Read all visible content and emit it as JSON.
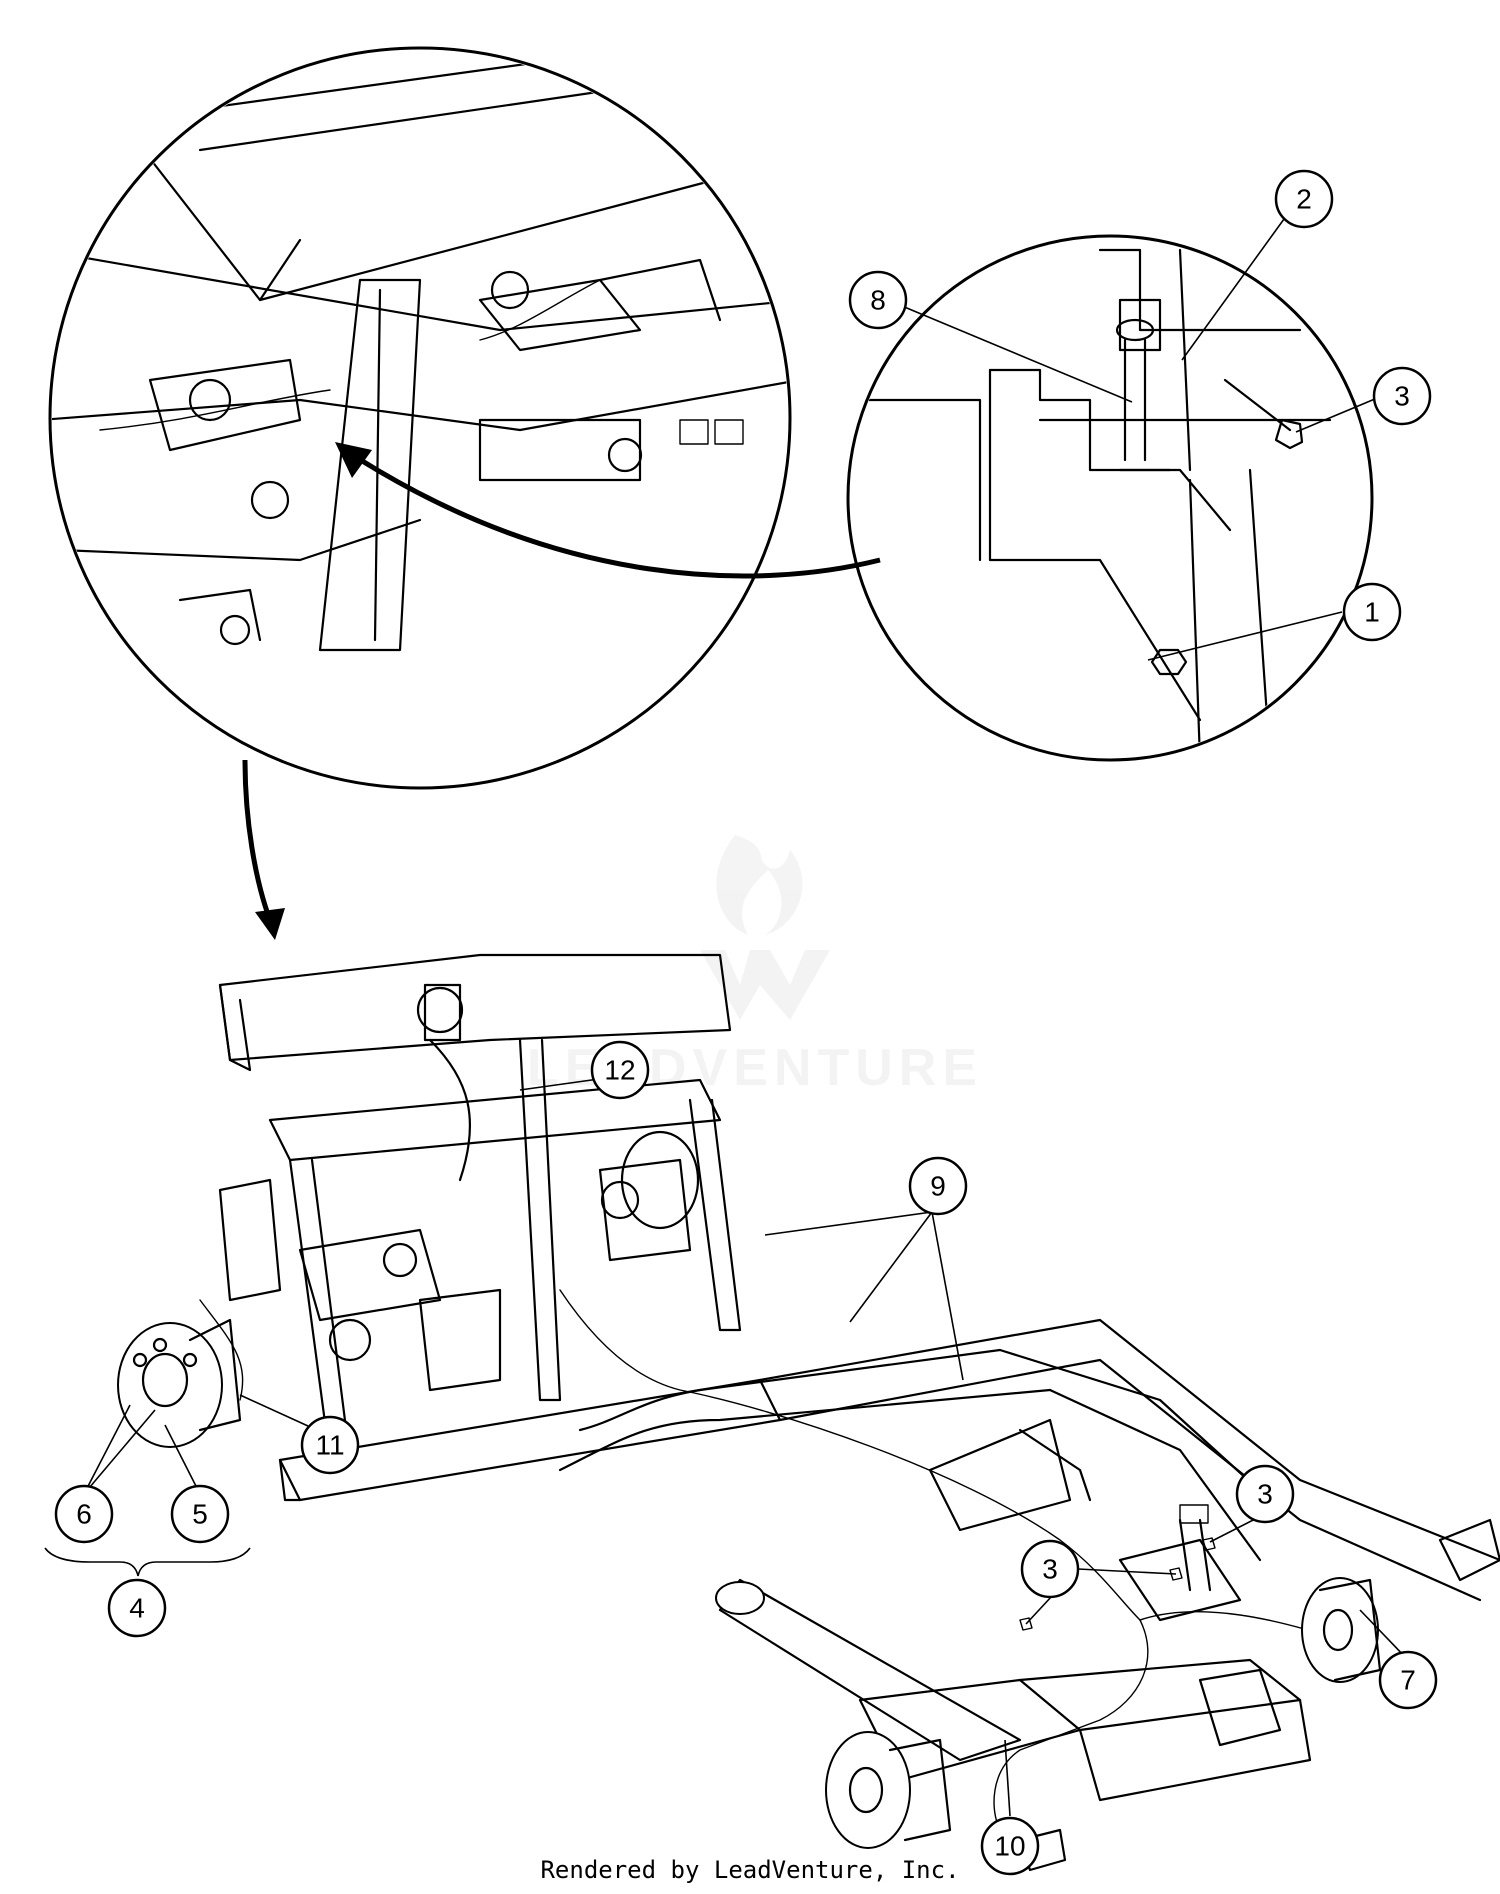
{
  "diagram": {
    "callouts": [
      "1",
      "2",
      "3",
      "3",
      "3",
      "4",
      "5",
      "6",
      "7",
      "8",
      "9",
      "10",
      "11",
      "12"
    ],
    "watermark_text": "LEADVENTURE",
    "footer": "Rendered by LeadVenture, Inc."
  },
  "colors": {
    "line": "#000000",
    "background": "#ffffff",
    "watermark": "#b0b0b0"
  }
}
